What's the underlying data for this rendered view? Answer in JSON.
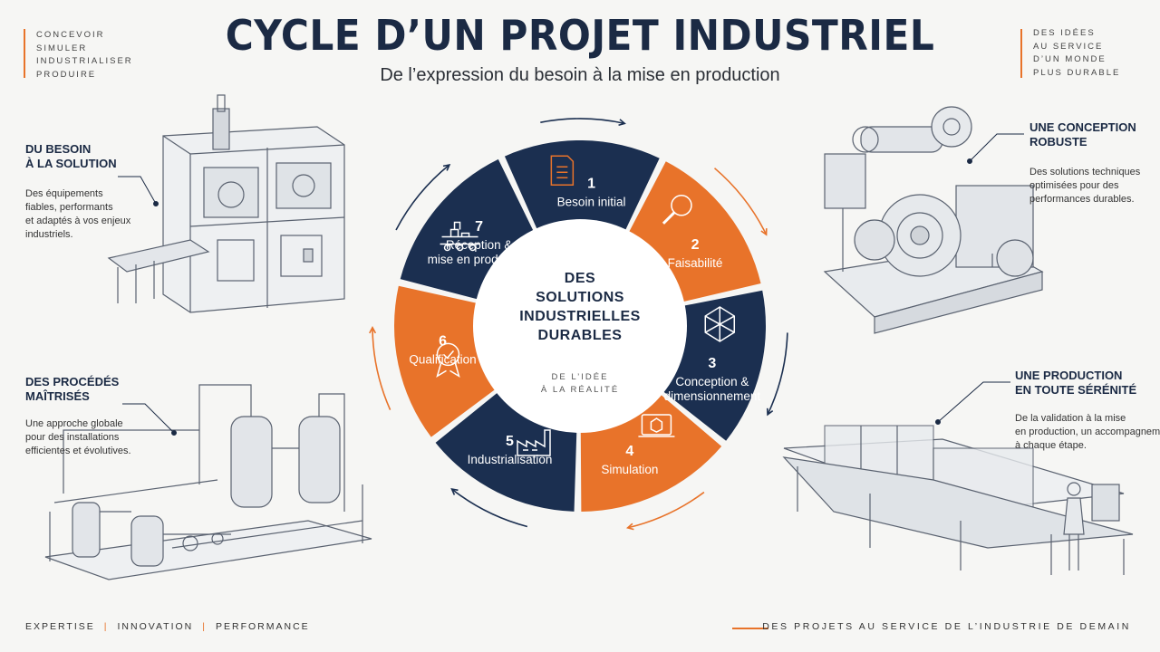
{
  "header": {
    "title": "CYCLE D’UN PROJET INDUSTRIEL",
    "subtitle": "De l’expression du besoin à la mise en production"
  },
  "top_left_list": [
    "CONCEVOIR",
    "SIMULER",
    "INDUSTRIALISER",
    "PRODUIRE"
  ],
  "top_right_list": [
    "DES IDÉES",
    "AU SERVICE",
    "D’UN MONDE",
    "PLUS DURABLE"
  ],
  "annotations": {
    "besoin": {
      "title": [
        "DU BESOIN",
        "À LA SOLUTION"
      ],
      "text": [
        "Des équipements",
        "fiables, performants",
        "et adaptés à vos enjeux",
        "industriels."
      ]
    },
    "procedes": {
      "title": [
        "DES PROCÉDÉS",
        "MAÎTRISÉS"
      ],
      "text": [
        "Une approche globale",
        "pour des installations",
        "efficientes et évolutives."
      ]
    },
    "conception": {
      "title": [
        "UNE CONCEPTION",
        "ROBUSTE"
      ],
      "text": [
        "Des solutions techniques",
        "optimisées pour des",
        "performances durables."
      ]
    },
    "production": {
      "title": [
        "UNE PRODUCTION",
        "EN TOUTE SÉRÉNITÉ"
      ],
      "text": [
        "De la validation à la mise",
        "en production, un accompagnement",
        "à chaque étape."
      ]
    }
  },
  "cycle": {
    "center_title": [
      "DES",
      "SOLUTIONS",
      "INDUSTRIELLES",
      "DURABLES"
    ],
    "center_subtitle": [
      "DE L’IDÉE",
      "À LA RÉALITÉ"
    ],
    "steps": [
      {
        "number": "1",
        "label": [
          "Besoin initial"
        ],
        "color": "#1b2f50",
        "icon": "document-icon"
      },
      {
        "number": "2",
        "label": [
          "Faisabilité"
        ],
        "color": "#e8732a",
        "icon": "magnifier-icon"
      },
      {
        "number": "3",
        "label": [
          "Conception &",
          "dimensionnement"
        ],
        "color": "#1b2f50",
        "icon": "cube-wireframe-icon"
      },
      {
        "number": "4",
        "label": [
          "Simulation"
        ],
        "color": "#e8732a",
        "icon": "laptop-icon"
      },
      {
        "number": "5",
        "label": [
          "Industrialisation"
        ],
        "color": "#1b2f50",
        "icon": "factory-icon"
      },
      {
        "number": "6",
        "label": [
          "Qualification"
        ],
        "color": "#e8732a",
        "icon": "award-badge-icon"
      },
      {
        "number": "7",
        "label": [
          "Réception &",
          "mise en production"
        ],
        "color": "#1b2f50",
        "icon": "conveyor-icon"
      }
    ]
  },
  "footer": {
    "left": [
      "EXPERTISE",
      "INNOVATION",
      "PERFORMANCE"
    ],
    "right": "DES PROJETS AU SERVICE DE L’INDUSTRIE DE DEMAIN"
  },
  "colors": {
    "navy": "#1b2f50",
    "orange": "#e8732a",
    "background": "#f6f6f4"
  }
}
